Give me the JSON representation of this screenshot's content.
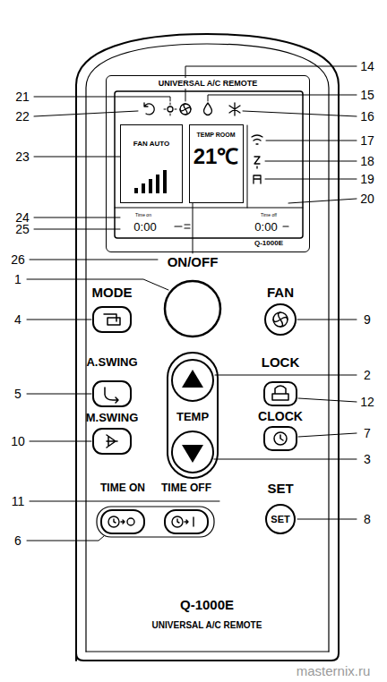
{
  "diagram": {
    "nodes": [
      {
        "text": [
          "UNIVERSAL A/C REMOTE"
        ]
      },
      {
        "text": [
          "FAN AUTO"
        ],
        "in": 0
      },
      {
        "text": [
          "TEMP ROOM",
          "21℃"
        ],
        "in": 0
      },
      {
        "text": [
          "SET"
        ]
      }
    ],
    "labels": [
      "Q-1000E",
      "Time on",
      "0:00",
      "Time off",
      "0:00",
      "ON/OFF",
      "MODE",
      "FAN",
      "A.SWING",
      "LOCK",
      "TEMP",
      "M.SWING",
      "CLOCK",
      "TIME ON",
      "TIME OFF",
      "SET",
      "Q-1000E",
      "UNIVERSAL A/C REMOTE",
      "1",
      "2",
      "3",
      "4",
      "5",
      "6",
      "7",
      "8",
      "9",
      "10",
      "11",
      "12",
      "14",
      "15",
      "16",
      "17",
      "18",
      "19",
      "20",
      "21",
      "22",
      "23",
      "24",
      "25",
      "26",
      "masternix.ru"
    ]
  }
}
